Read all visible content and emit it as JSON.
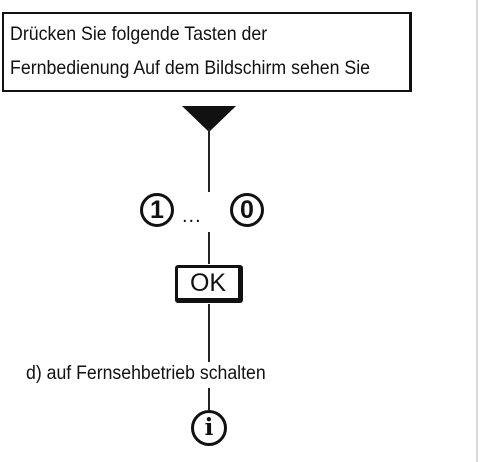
{
  "instruction": {
    "line1": "Drücken Sie folgende Tasten der",
    "line2": "Fernbedienung Auf dem Bildschirm sehen Sie"
  },
  "flow": {
    "key_one": "1",
    "ellipsis": "...",
    "key_zero": "0",
    "ok_key": "OK",
    "step_text": "d) auf Fernsehbetrieb schalten",
    "info_key": "i"
  },
  "icons": {
    "flow_start": "down-triangle-icon"
  }
}
